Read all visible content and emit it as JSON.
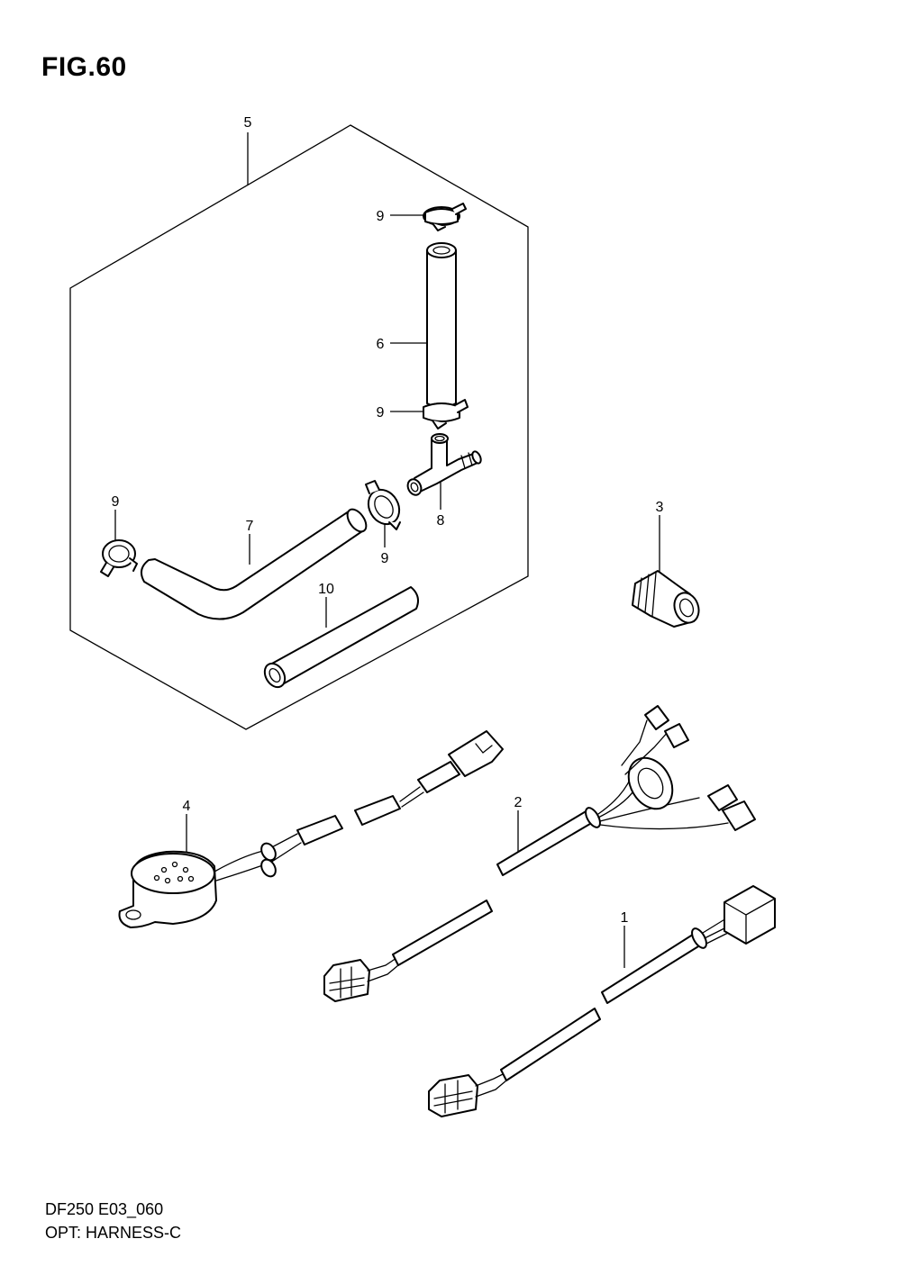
{
  "figure": {
    "title": "FIG.60",
    "model_code": "DF250 E03_060",
    "caption": "OPT: HARNESS-C"
  },
  "callouts": [
    "1",
    "2",
    "3",
    "4",
    "5",
    "6",
    "7",
    "8",
    "9",
    "9",
    "9",
    "9",
    "10"
  ]
}
